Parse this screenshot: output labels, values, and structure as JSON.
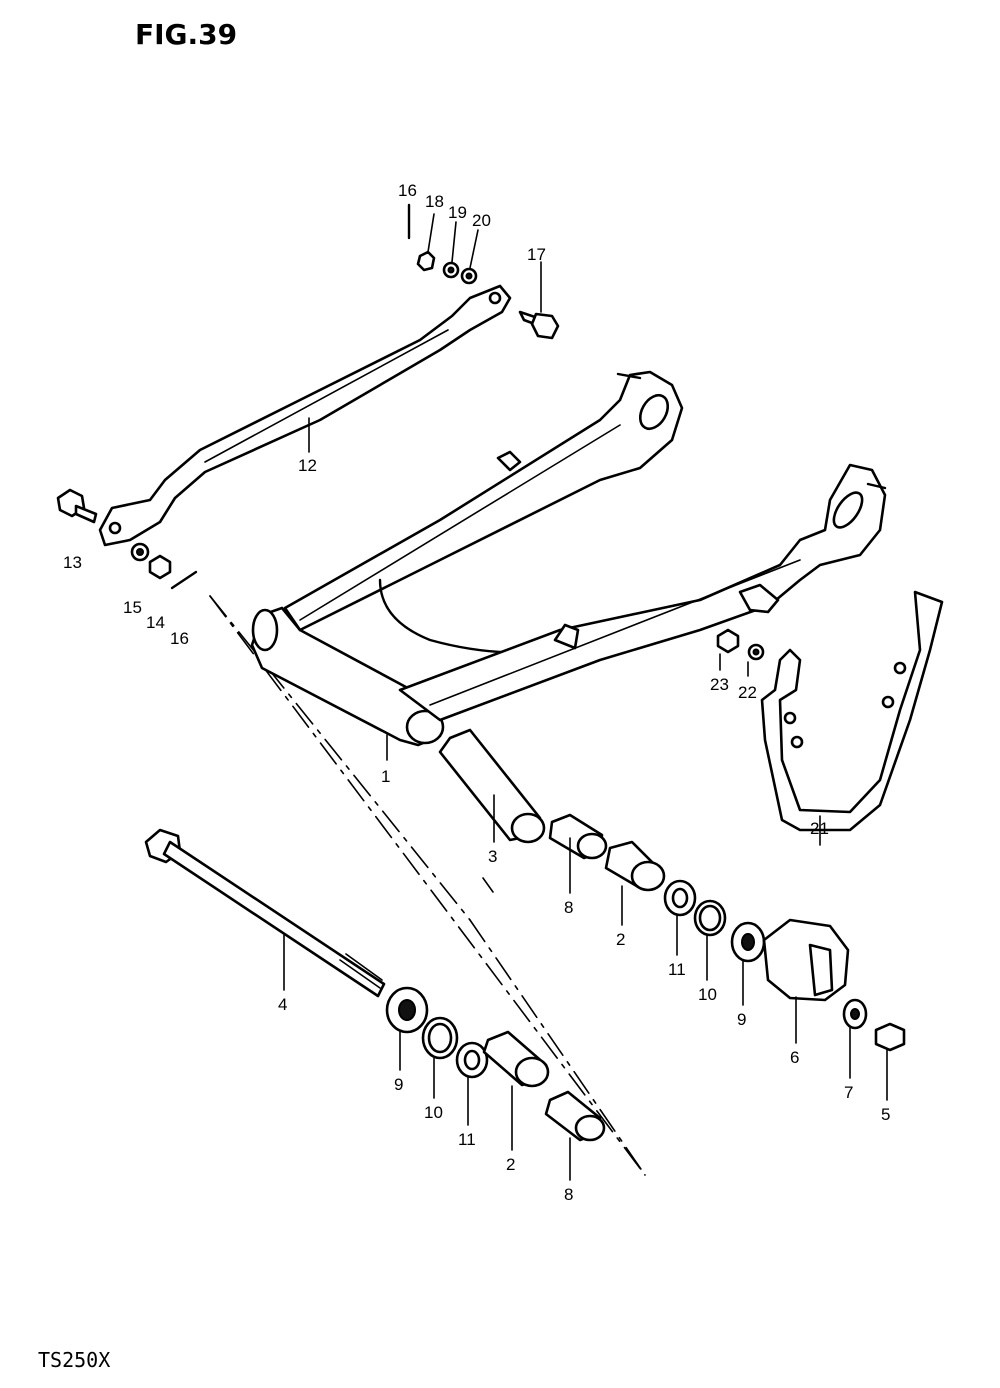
{
  "figure": {
    "title": "FIG.39",
    "model": "TS250X"
  },
  "callouts": [
    {
      "id": "c16a",
      "label": "16"
    },
    {
      "id": "c18",
      "label": "18"
    },
    {
      "id": "c19",
      "label": "19"
    },
    {
      "id": "c20",
      "label": "20"
    },
    {
      "id": "c17",
      "label": "17"
    },
    {
      "id": "c12",
      "label": "12"
    },
    {
      "id": "c13",
      "label": "13"
    },
    {
      "id": "c15",
      "label": "15"
    },
    {
      "id": "c14",
      "label": "14"
    },
    {
      "id": "c16b",
      "label": "16"
    },
    {
      "id": "c1",
      "label": "1"
    },
    {
      "id": "c23",
      "label": "23"
    },
    {
      "id": "c22",
      "label": "22"
    },
    {
      "id": "c21",
      "label": "21"
    },
    {
      "id": "c3",
      "label": "3"
    },
    {
      "id": "c8a",
      "label": "8"
    },
    {
      "id": "c2a",
      "label": "2"
    },
    {
      "id": "c11a",
      "label": "11"
    },
    {
      "id": "c10a",
      "label": "10"
    },
    {
      "id": "c9a",
      "label": "9"
    },
    {
      "id": "c6",
      "label": "6"
    },
    {
      "id": "c7",
      "label": "7"
    },
    {
      "id": "c5",
      "label": "5"
    },
    {
      "id": "c4",
      "label": "4"
    },
    {
      "id": "c9b",
      "label": "9"
    },
    {
      "id": "c10b",
      "label": "10"
    },
    {
      "id": "c11b",
      "label": "11"
    },
    {
      "id": "c2b",
      "label": "2"
    },
    {
      "id": "c8b",
      "label": "8"
    }
  ]
}
